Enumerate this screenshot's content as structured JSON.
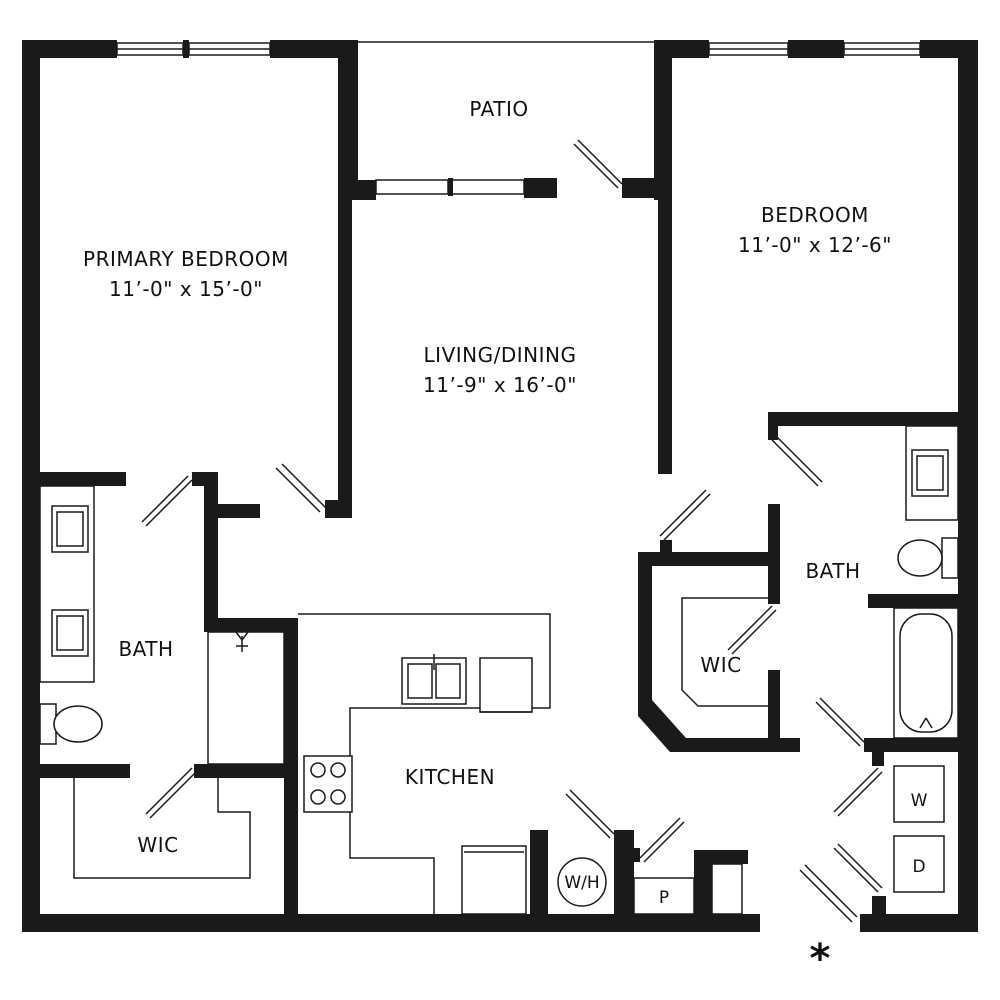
{
  "rooms": {
    "patio": {
      "name": "PATIO"
    },
    "primary_bedroom": {
      "name": "PRIMARY BEDROOM",
      "size": "11’-0\" x 15’-0\""
    },
    "living_dining": {
      "name": "LIVING/DINING",
      "size": "11’-9\" x 16’-0\""
    },
    "bedroom": {
      "name": "BEDROOM",
      "size": "11’-0\" x 12’-6\""
    },
    "bath_left": {
      "name": "BATH"
    },
    "bath_right": {
      "name": "BATH"
    },
    "wic_right": {
      "name": "WIC"
    },
    "wic_left": {
      "name": "WIC"
    },
    "kitchen": {
      "name": "KITCHEN"
    }
  },
  "fixtures": {
    "water_heater": "W/H",
    "pantry": "P",
    "washer": "W",
    "dryer": "D"
  },
  "entry_marker": "*",
  "colors": {
    "wall": "#1a1a1a",
    "background": "#ffffff"
  }
}
